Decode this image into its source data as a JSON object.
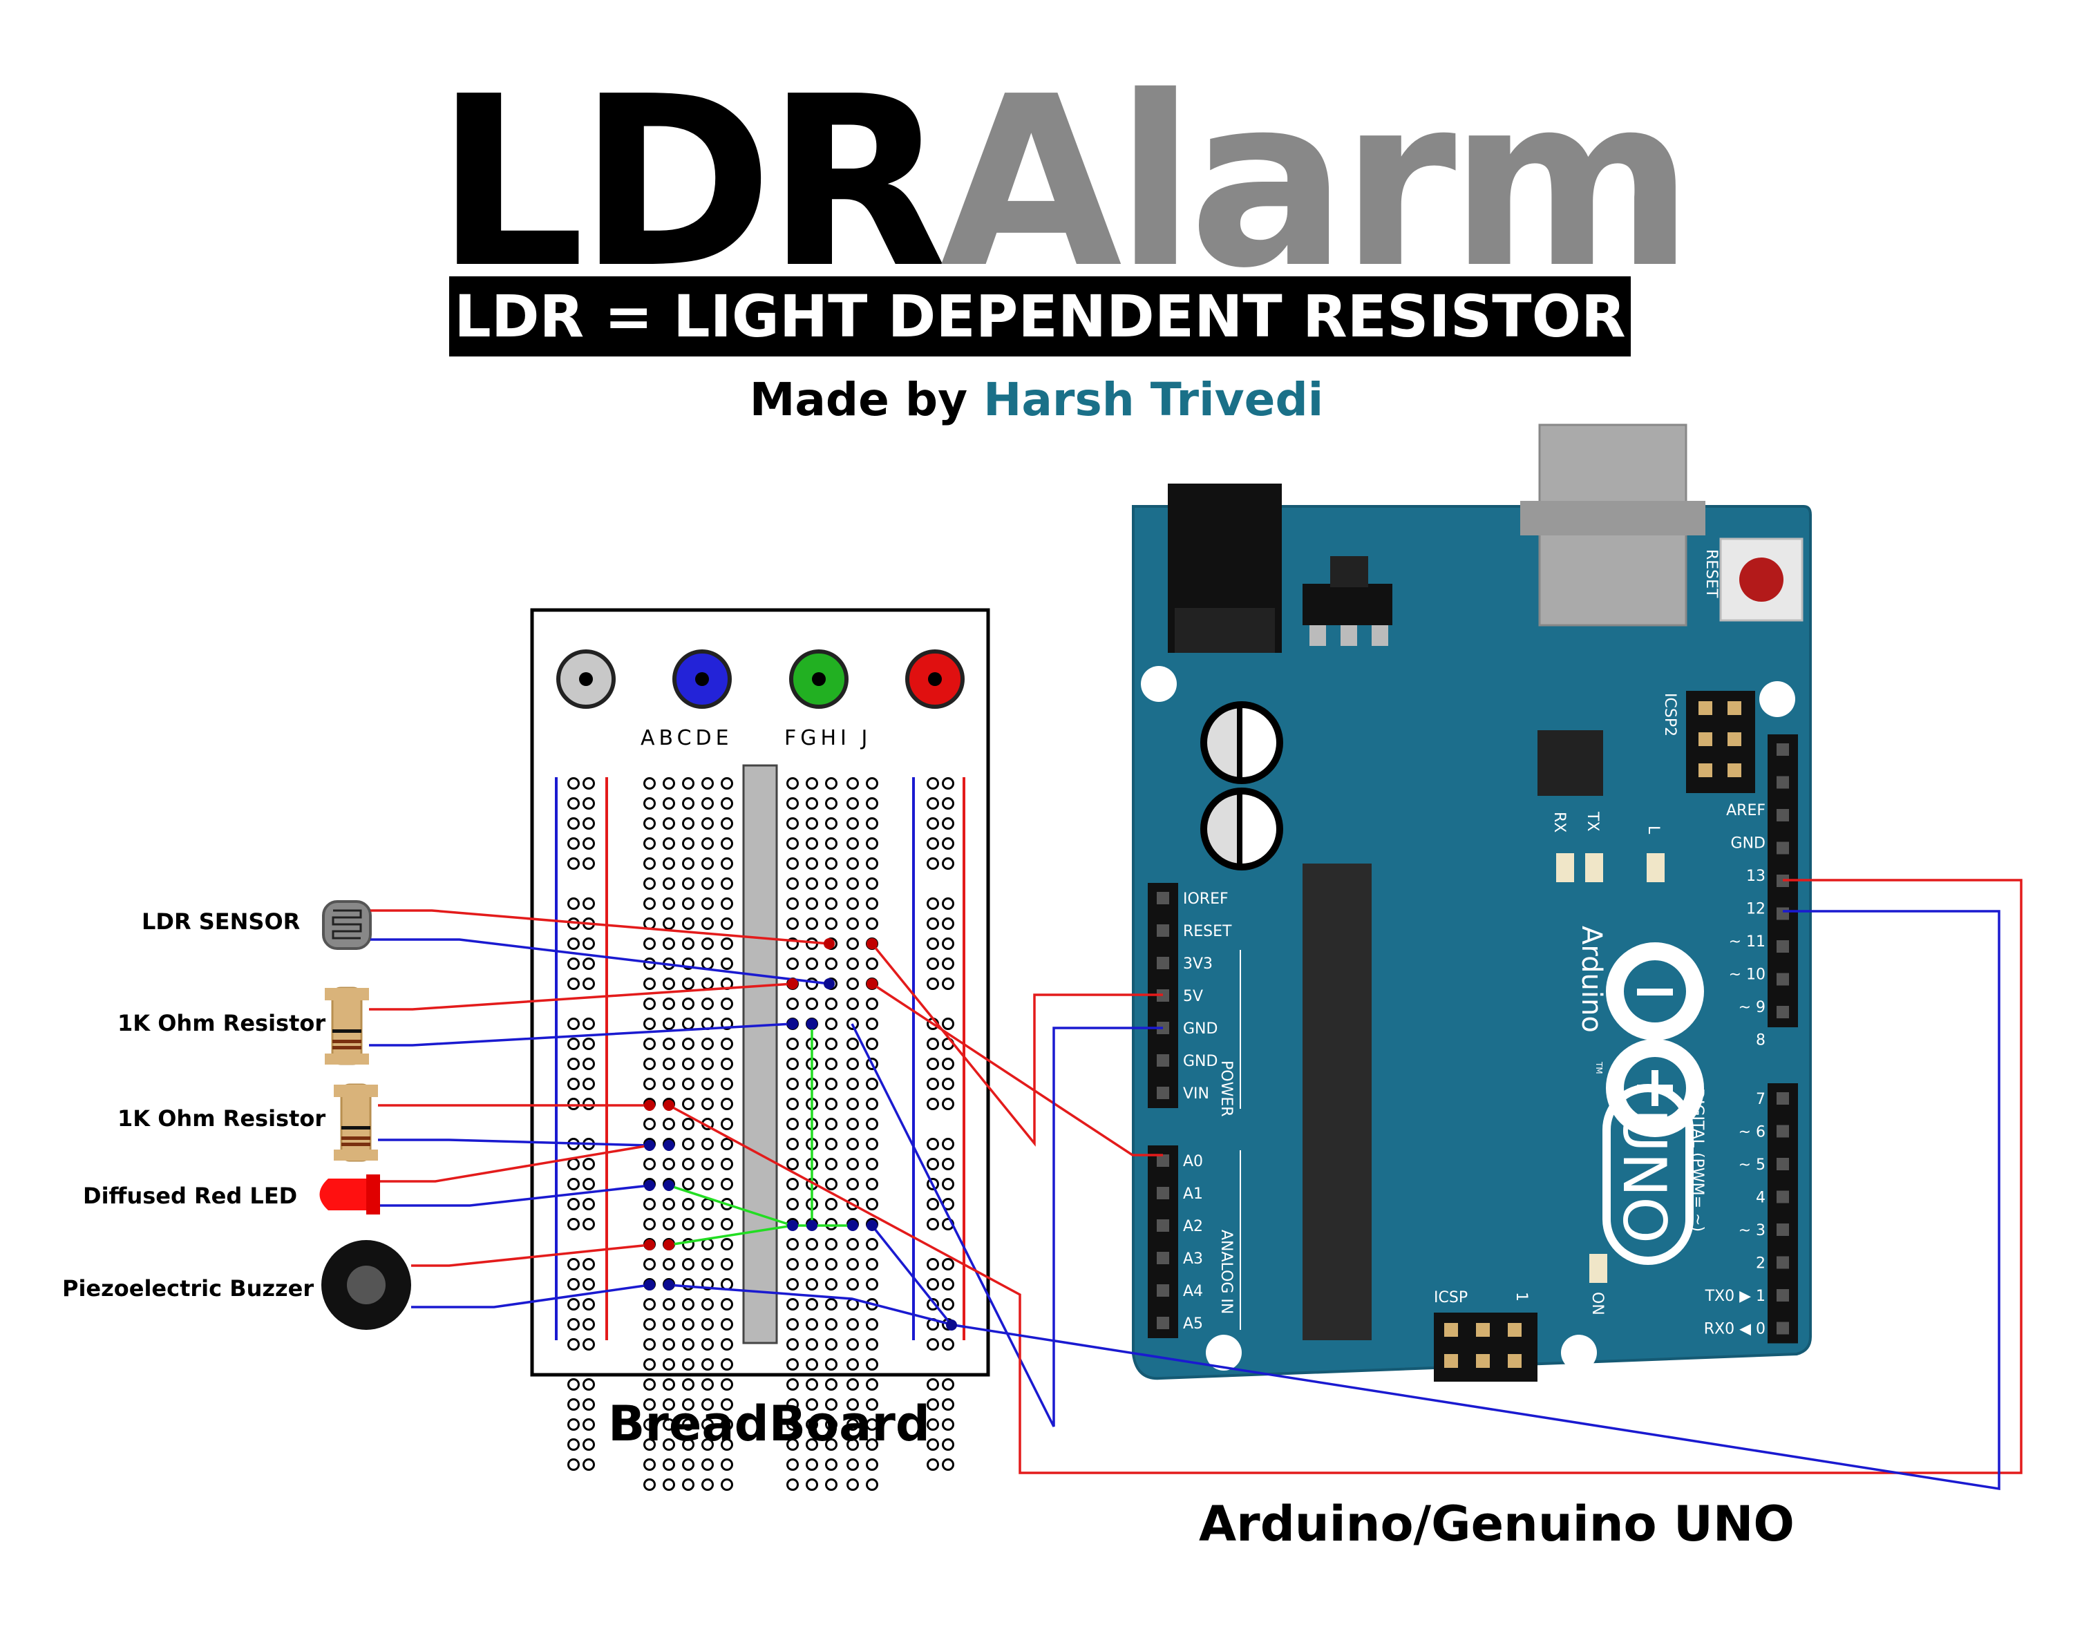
{
  "title": {
    "part1": "LDR",
    "part2": "Alarm"
  },
  "subtitle": "LDR = LIGHT DEPENDENT RESISTOR",
  "credit": {
    "prefix": "Made by ",
    "author": "Harsh Trivedi"
  },
  "breadboard": {
    "label": "BreadBoard",
    "columns_left": "ABCDE",
    "columns_right": "FGHI J"
  },
  "arduino": {
    "label": "Arduino/Genuino UNO",
    "brand": "Arduino",
    "model": "UNO",
    "tm": "TM",
    "reset": "RESET",
    "icsp2": "ICSP2",
    "icsp": "ICSP",
    "icsp_one": "1",
    "rx": "RX",
    "tx": "TX",
    "l": "L",
    "on": "ON",
    "digital": "DIGITAL (PWM= ~)",
    "power": "POWER",
    "analog": "ANALOG IN",
    "power_pins": [
      "IOREF",
      "RESET",
      "3V3",
      "5V",
      "GND",
      "GND",
      "VIN"
    ],
    "analog_pins": [
      "A0",
      "A1",
      "A2",
      "A3",
      "A4",
      "A5"
    ],
    "digital_top": [
      "AREF",
      "GND",
      "13",
      "12",
      "~ 11",
      "~ 10",
      "~ 9",
      "8"
    ],
    "digital_bottom": [
      "7",
      "~ 6",
      "~ 5",
      "4",
      "~ 3",
      "2",
      "TX0 ▶ 1",
      "RX0 ◀ 0"
    ]
  },
  "components": [
    "LDR SENSOR",
    "1K Ohm Resistor",
    "1K Ohm Resistor",
    "Diffused Red LED",
    "Piezoelectric Buzzer"
  ],
  "colors": {
    "board": "#1c6e8c",
    "red_wire": "#e31b1b",
    "blue_wire": "#1a1ad0",
    "green_wire": "#22cc22",
    "author": "#1a7088"
  }
}
